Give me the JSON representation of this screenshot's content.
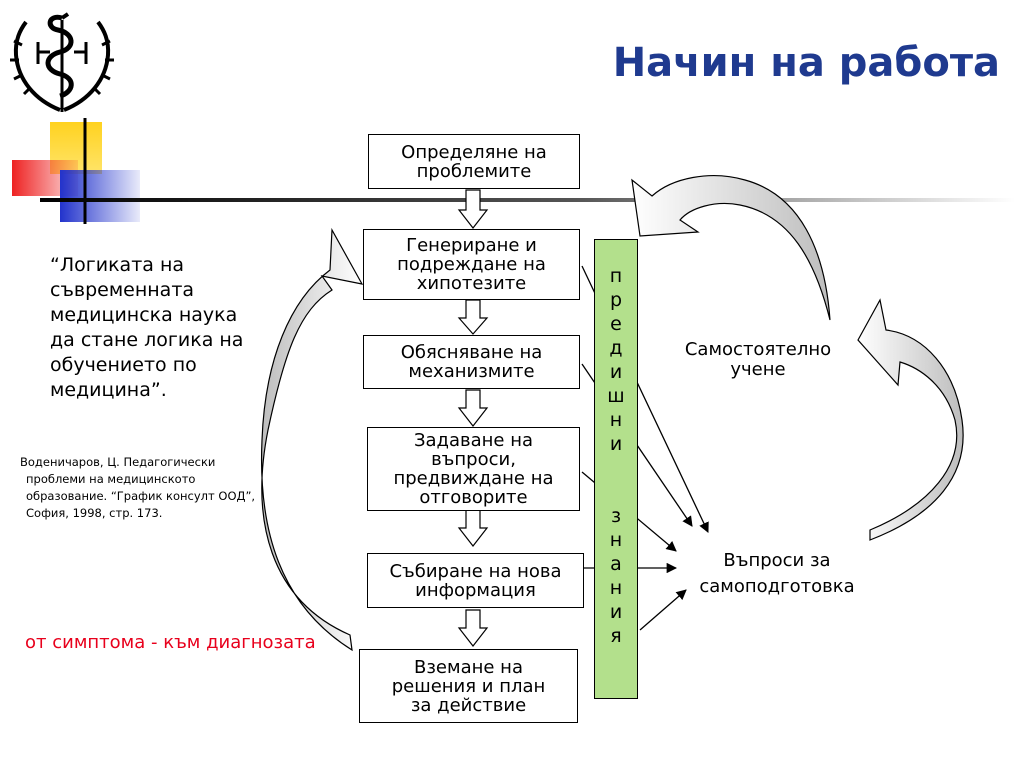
{
  "title": "Начин на работа",
  "steps": [
    [
      "Определяне на",
      "проблемите"
    ],
    [
      "Генериране и",
      "подреждане на",
      "хипотезите"
    ],
    [
      "Обясняване на",
      "механизмите"
    ],
    [
      "Задаване на",
      "въпроси,",
      "предвиждане на",
      "отговорите"
    ],
    [
      "Събиране на нова",
      "информация"
    ],
    [
      "Вземане на",
      "решения и план",
      "за действие"
    ]
  ],
  "vertical_box": {
    "letters_1": [
      "п",
      "р",
      "е",
      "д",
      "и",
      "ш",
      "н",
      "и"
    ],
    "letters_2": [
      "з",
      "н",
      "а",
      "н",
      "и",
      "я"
    ]
  },
  "self_study": [
    "Самостоятелно",
    "учене"
  ],
  "questions": [
    "Въпроси за",
    "самоподготовка"
  ],
  "quote": [
    "“Логиката на",
    "съвременната",
    "медицинска наука",
    "да стане логика на",
    "обучението по",
    "медицина”."
  ],
  "citation": {
    "line1": "Воденичаров, Ц. Педагогически",
    "line2": "проблеми на медицинското",
    "line3": "образование. “График  консулт ООД”,",
    "line4": "София, 1998, стр. 173."
  },
  "red_caption": "от симптома - към диагнозата",
  "colors": {
    "title": "#1f3a8f",
    "vertical_box": "#b3e08c",
    "red_caption": "#e8001c",
    "deco_yellow": "#ffd21f",
    "deco_red": "#ee2222",
    "deco_blue": "#2233cc"
  }
}
